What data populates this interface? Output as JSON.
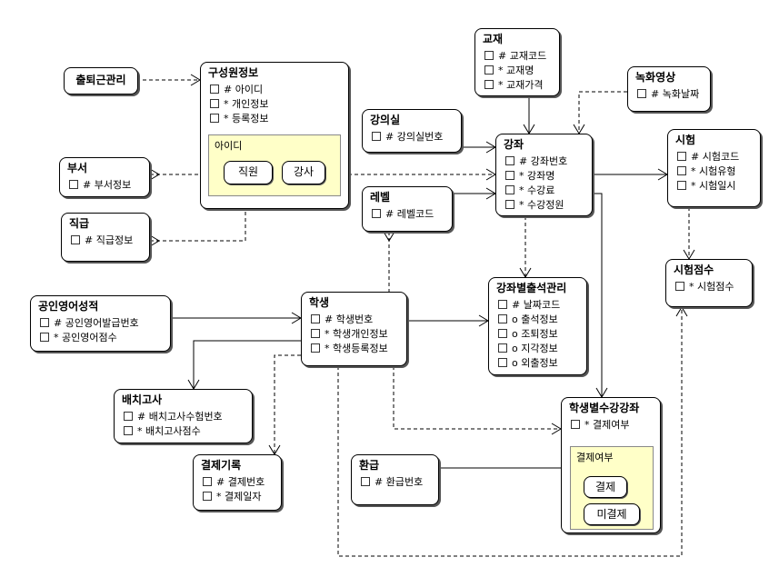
{
  "entities": {
    "attendance": {
      "name": "출퇴근관리"
    },
    "member": {
      "title": "구성원정보",
      "attrs": [
        {
          "mark": "#",
          "text": "아이디"
        },
        {
          "mark": "*",
          "text": "개인정보"
        },
        {
          "mark": "*",
          "text": "등록정보"
        }
      ],
      "sub": {
        "label": "아이디",
        "items": [
          "직원",
          "강사"
        ]
      }
    },
    "textbook": {
      "title": "교재",
      "attrs": [
        {
          "mark": "#",
          "text": "교재코드"
        },
        {
          "mark": "*",
          "text": "교재명"
        },
        {
          "mark": "*",
          "text": "교재가격"
        }
      ]
    },
    "video": {
      "title": "녹화영상",
      "attrs": [
        {
          "mark": "#",
          "text": "녹화날짜"
        }
      ]
    },
    "classroom": {
      "title": "강의실",
      "attrs": [
        {
          "mark": "#",
          "text": "강의실번호"
        }
      ]
    },
    "course": {
      "title": "강좌",
      "attrs": [
        {
          "mark": "#",
          "text": "강좌번호"
        },
        {
          "mark": "*",
          "text": "강좌명"
        },
        {
          "mark": "*",
          "text": "수강료"
        },
        {
          "mark": "*",
          "text": "수강정원"
        }
      ]
    },
    "exam": {
      "title": "시험",
      "attrs": [
        {
          "mark": "#",
          "text": "시험코드"
        },
        {
          "mark": "*",
          "text": "시험유형"
        },
        {
          "mark": "*",
          "text": "시험일시"
        }
      ]
    },
    "department": {
      "title": "부서",
      "attrs": [
        {
          "mark": "#",
          "text": "부서정보"
        }
      ]
    },
    "level": {
      "title": "레벨",
      "attrs": [
        {
          "mark": "#",
          "text": "레벨코드"
        }
      ]
    },
    "position": {
      "title": "직급",
      "attrs": [
        {
          "mark": "#",
          "text": "직급정보"
        }
      ]
    },
    "examscore": {
      "title": "시험점수",
      "attrs": [
        {
          "mark": "*",
          "text": "시험점수"
        }
      ]
    },
    "toeic": {
      "title": "공인영어성적",
      "attrs": [
        {
          "mark": "#",
          "text": "공인영어발급번호"
        },
        {
          "mark": "*",
          "text": "공인영어점수"
        }
      ]
    },
    "student": {
      "title": "학생",
      "attrs": [
        {
          "mark": "#",
          "text": "학생번호"
        },
        {
          "mark": "*",
          "text": "학생개인정보"
        },
        {
          "mark": "*",
          "text": "학생등록정보"
        }
      ]
    },
    "courseattend": {
      "title": "강좌별출석관리",
      "attrs": [
        {
          "mark": "#",
          "text": "날짜코드"
        },
        {
          "mark": "o",
          "text": "출석정보"
        },
        {
          "mark": "o",
          "text": "조퇴정보"
        },
        {
          "mark": "o",
          "text": "지각정보"
        },
        {
          "mark": "o",
          "text": "외출정보"
        }
      ]
    },
    "placement": {
      "title": "배치고사",
      "attrs": [
        {
          "mark": "#",
          "text": "배치고사수험번호"
        },
        {
          "mark": "*",
          "text": "배치고사점수"
        }
      ]
    },
    "enroll": {
      "title": "학생별수강강좌",
      "attrs": [
        {
          "mark": "*",
          "text": "결제여부"
        }
      ],
      "sub": {
        "label": "결제여부",
        "items": [
          "결제",
          "미결제"
        ]
      }
    },
    "payment": {
      "title": "결제기록",
      "attrs": [
        {
          "mark": "#",
          "text": "결제번호"
        },
        {
          "mark": "*",
          "text": "결제일자"
        }
      ]
    },
    "refund": {
      "title": "환급",
      "attrs": [
        {
          "mark": "#",
          "text": "환급번호"
        }
      ]
    }
  },
  "style": {
    "subtype_fill": "#ffffc8",
    "line": "#000000"
  }
}
